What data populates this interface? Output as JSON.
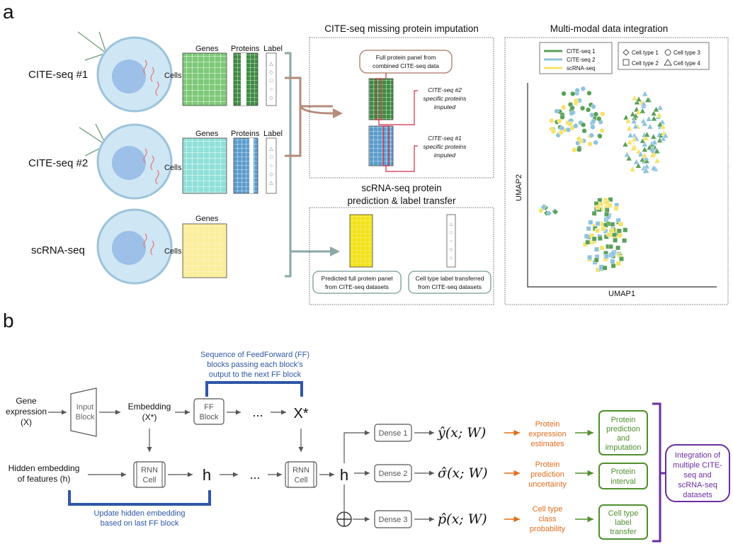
{
  "panel_a": {
    "letter": "a",
    "cite1": "CITE-seq #1",
    "cite2": "CITE-seq #2",
    "scrna": "scRNA-seq",
    "cells": "Cells",
    "genes": "Genes",
    "proteins": "Proteins",
    "label": "Label",
    "imputation_title": "CITE-seq missing protein imputation",
    "full_panel_line1": "Full protein panel from",
    "full_panel_line2": "combined CITE-seq data",
    "cite2_specific": [
      "CITE-seq #2",
      "specific proteins",
      "imputed"
    ],
    "cite1_specific": [
      "CITE-seq #1",
      "specific proteins",
      "imputed"
    ],
    "prediction_title_1": "scRNA-seq protein",
    "prediction_title_2": "prediction & label transfer",
    "predicted_line1": "Predicted full protein panel",
    "predicted_line2": "from CITE-seq datasets",
    "transferred_line1": "Cell type label transferred",
    "transferred_line2": "from CITE-seq datasets",
    "integration_title": "Multi-modal data integration",
    "legend_datasets": [
      "CITE-seq 1",
      "CITE-seq 2",
      "scRNA-seq"
    ],
    "legend_celltypes": [
      "Cell type 1",
      "Cell type 3",
      "Cell type 2",
      "Cell type 4"
    ],
    "umap_x": "UMAP1",
    "umap_y": "UMAP2"
  },
  "panel_b": {
    "letter": "b",
    "gene_expr": [
      "Gene",
      "expression",
      "(X)"
    ],
    "input_block": [
      "Input",
      "Block"
    ],
    "embedding": "Embedding",
    "embedding_sym": "(X*)",
    "ff_block": [
      "FF",
      "Block"
    ],
    "ellipsis": "...",
    "xstar": "X*",
    "seq_note": [
      "Sequence of FeedForward (FF)",
      "blocks passing each block's",
      "output to the next FF block"
    ],
    "hidden_label": [
      "Hidden embedding",
      "of features (h)"
    ],
    "rnn_cell": [
      "RNN",
      "Cell"
    ],
    "h": "h",
    "update_note": [
      "Update hidden embedding",
      "based on last FF block"
    ],
    "dense": [
      "Dense 1",
      "Dense 2",
      "Dense 3"
    ],
    "outputs_math": [
      "ŷ(x; W)",
      "σ̂(x; W)",
      "p̂(x; W)"
    ],
    "orange_labels": [
      [
        "Protein",
        "expression",
        "estimates"
      ],
      [
        "Protein",
        "prediction",
        "uncertainty"
      ],
      [
        "Cell type",
        "class",
        "probability"
      ]
    ],
    "green_labels": [
      [
        "Protein",
        "prediction",
        "and",
        "imputation"
      ],
      [
        "Protein",
        "interval"
      ],
      [
        "Cell type",
        "label",
        "transfer"
      ]
    ],
    "integration": [
      "Integration of",
      "multiple CITE-",
      "seq and",
      "scRNA-seq",
      "datasets"
    ]
  },
  "colors": {
    "cite1": "#5aa05a",
    "cite2": "#8ec3de",
    "scrna": "#f5e36a",
    "blue_note": "#2e57a8",
    "purple": "#6a2ea0",
    "orange": "#e06c1c",
    "green": "#4f8f2f",
    "brown": "#b58b7b",
    "teal": "#8aa9a6"
  }
}
